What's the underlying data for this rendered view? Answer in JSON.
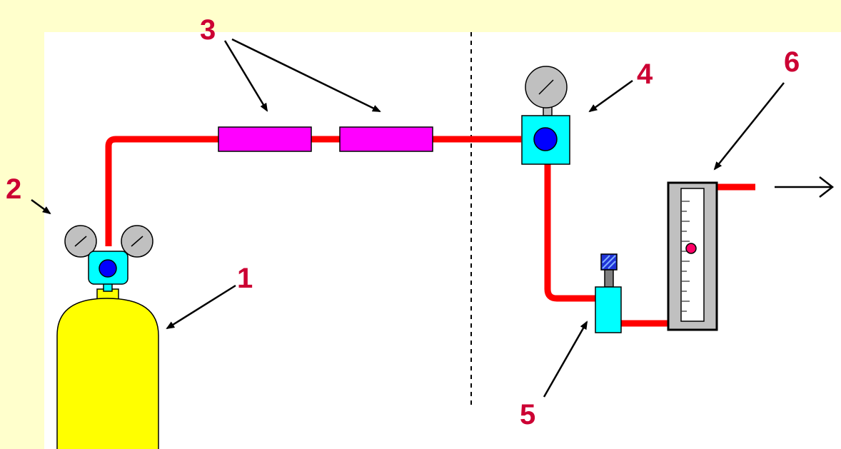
{
  "diagram": {
    "labels": {
      "cylinder": "1",
      "cylinder_regulator": "2",
      "purifier_tubes": "3",
      "pressure_regulator": "4",
      "needle_valve": "5",
      "flowmeter": "6"
    },
    "colors": {
      "page_background": "#ffffcc",
      "panel_background": "#ffffff",
      "pipe": "#ff0000",
      "cylinder": "#ffff00",
      "purifier": "#ff00ff",
      "regulator_body": "#00ffff",
      "regulator_knob": "#0000ff",
      "gauge": "#c0c0c0",
      "label": "#cc0033",
      "rotameter_float": "#ff0066"
    },
    "icons": [
      "gas-cylinder-icon",
      "pressure-gauge-icon",
      "outlet-arrow-icon"
    ]
  }
}
